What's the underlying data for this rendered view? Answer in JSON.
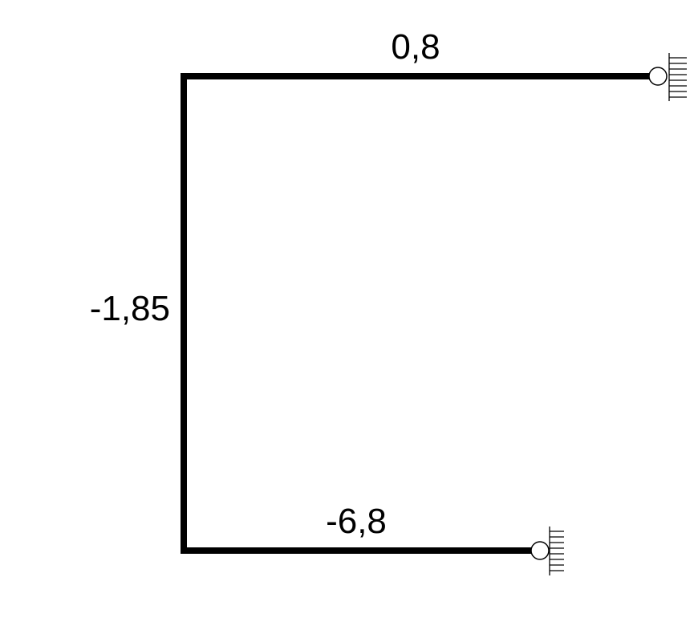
{
  "diagram": {
    "labels": {
      "top_member": "0,8",
      "left_member": "-1,85",
      "bottom_member": "-6,8"
    },
    "supports": {
      "top_right": "pin-support-icon",
      "bottom_right": "pin-support-icon"
    }
  }
}
